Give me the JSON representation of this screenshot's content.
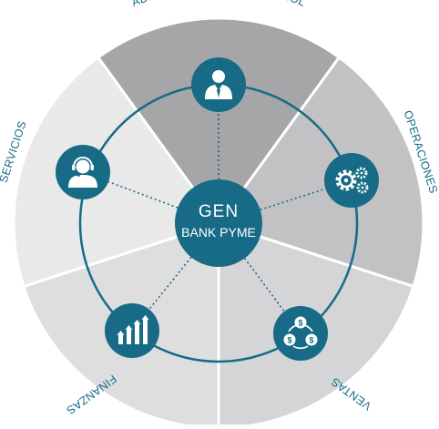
{
  "center": {
    "line1": "GEN",
    "line2": "BANK PYME"
  },
  "sectors": [
    {
      "label": "ADMINISTRACIÓN Y CONTROL",
      "icon": "executive-person-icon",
      "fill": "#a6a6a8"
    },
    {
      "label": "OPERACIONES",
      "icon": "gears-icon",
      "fill": "#c2c2c4"
    },
    {
      "label": "VENTAS",
      "icon": "dollar-cycle-icon",
      "fill": "#d5d5d7"
    },
    {
      "label": "FINANZAS",
      "icon": "growth-chart-icon",
      "fill": "#dededf"
    },
    {
      "label": "SERVICIOS",
      "icon": "headset-agent-icon",
      "fill": "#e9e9ea"
    }
  ],
  "colors": {
    "primary": "#176b87",
    "icon_fg": "#ffffff",
    "label": "#176b87",
    "separator": "#ffffff"
  }
}
